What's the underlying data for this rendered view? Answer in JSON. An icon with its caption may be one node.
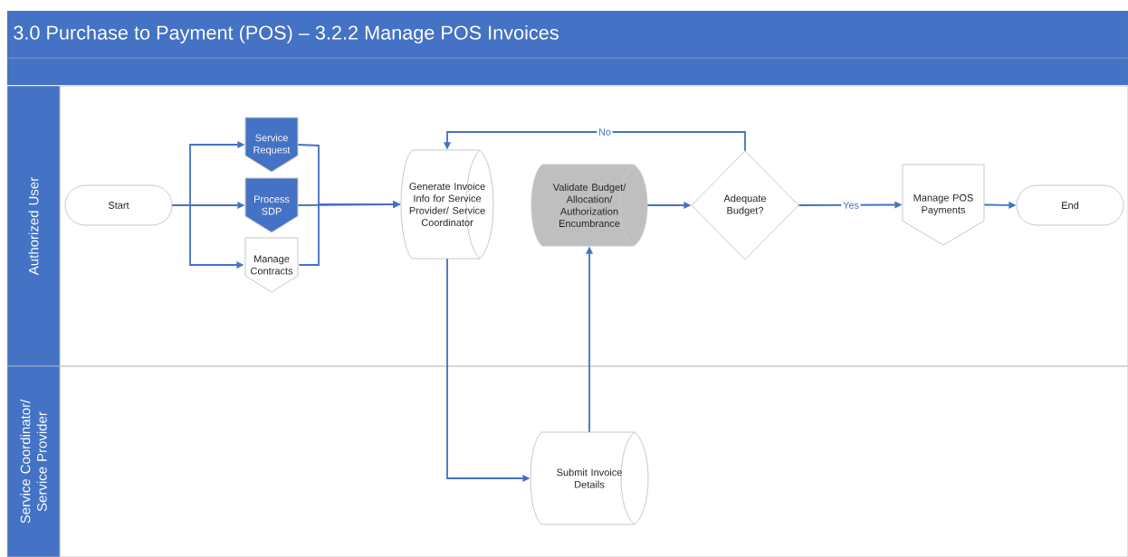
{
  "diagram": {
    "title": "3.0 Purchase to Payment (POS) – 3.2.2 Manage POS Invoices",
    "nodes": [
      {
        "text": [
          "Authorized User"
        ]
      },
      {
        "text": [
          "Service Coordinator/ Service Provider"
        ]
      },
      {
        "text": [
          "Start"
        ],
        "in": 0
      },
      {
        "text": [
          "Service Request"
        ],
        "in": 0
      },
      {
        "text": [
          "Process SDP"
        ],
        "in": 0
      },
      {
        "text": [
          "Manage Contracts"
        ],
        "in": 0
      },
      {
        "text": [
          "Generate Invoice Info for Service Provider/ Service Coordinator"
        ],
        "in": 0
      },
      {
        "text": [
          "Validate Budget/ Allocation/ Authorization Encumbrance"
        ],
        "in": 0
      },
      {
        "text": [
          "Adequate Budget?"
        ],
        "in": 0
      },
      {
        "text": [
          "Manage POS Payments"
        ],
        "in": 0
      },
      {
        "text": [
          "End"
        ],
        "in": 0
      },
      {
        "text": [
          "Submit Invoice Details"
        ],
        "in": 1
      }
    ],
    "edges": [
      {
        "from": 2,
        "to": 3,
        "arrow": "to"
      },
      {
        "from": 2,
        "to": 4,
        "arrow": "to"
      },
      {
        "from": 2,
        "to": 5,
        "arrow": "to"
      },
      {
        "from": 3,
        "to": 6,
        "arrow": "to"
      },
      {
        "from": 4,
        "to": 6,
        "arrow": "to"
      },
      {
        "from": 5,
        "to": 6,
        "arrow": "to"
      },
      {
        "from": 6,
        "to": 11,
        "arrow": "to"
      },
      {
        "from": 11,
        "to": 7,
        "arrow": "to"
      },
      {
        "from": 7,
        "to": 8,
        "arrow": "to"
      },
      {
        "from": 8,
        "to": 6,
        "arrow": "to",
        "label": "No"
      },
      {
        "from": 8,
        "to": 9,
        "arrow": "to",
        "label": "Yes"
      },
      {
        "from": 9,
        "to": 10,
        "arrow": "to"
      }
    ]
  }
}
